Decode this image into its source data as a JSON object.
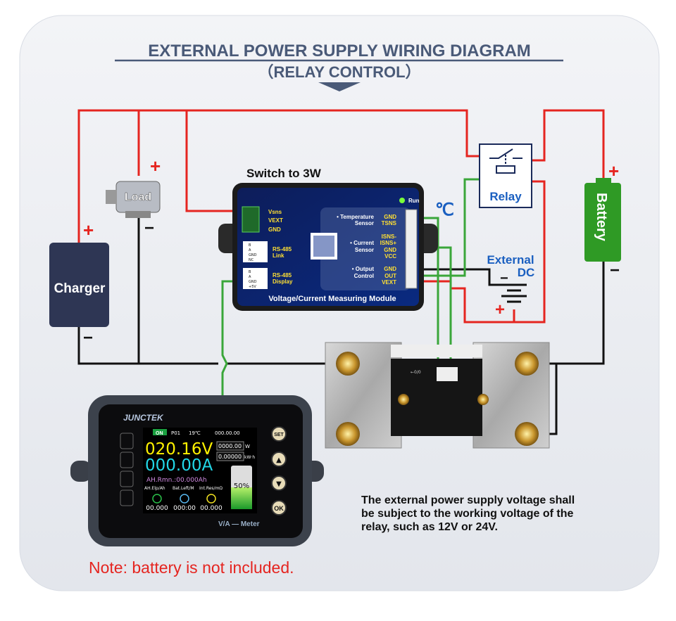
{
  "title": "EXTERNAL POWER SUPPLY WIRING DIAGRAM",
  "subtitle": "（RELAY CONTROL）",
  "labels": {
    "switch": "Switch to 3W",
    "load": "Load",
    "charger": "Charger",
    "battery": "Battery",
    "relay": "Relay",
    "external_dc": "External",
    "external_dc2": "DC",
    "celsius": "℃",
    "plus": "+",
    "minus": "−"
  },
  "module": {
    "name": "Voltage/Current Measuring Module",
    "run": "Run",
    "left_pins": [
      "Vsns",
      "VEXT",
      "GND"
    ],
    "rs485_link": [
      "RS-485",
      "Link"
    ],
    "rs485_link_pins": [
      "B",
      "A",
      "GND",
      "NC"
    ],
    "rs485_display": [
      "RS-485",
      "Display"
    ],
    "rs485_display_pins": [
      "B",
      "A",
      "GND",
      "+5V"
    ],
    "groups": [
      {
        "label": [
          "• Temperature",
          "Sensor"
        ],
        "pins": [
          "GND",
          "TSNS"
        ]
      },
      {
        "label": [
          "• Current",
          "Sensor"
        ],
        "pins": [
          "ISNS-",
          "ISNS+",
          "GND",
          "VCC"
        ]
      },
      {
        "label": [
          "• Output",
          "Control"
        ],
        "pins": [
          "GND",
          "OUT",
          "VEXT"
        ]
      }
    ]
  },
  "shunt_label": "←0/0",
  "meter": {
    "brand": "JUNCTEK",
    "status": {
      "on": "ON",
      "program": "P01",
      "temp": "19℃",
      "time": "000.00.00"
    },
    "voltage": "020.16V",
    "current": "000.00A",
    "power": "0000.00",
    "power_unit": "W",
    "energy": "0.00000",
    "energy_unit": "kW·h",
    "ah_remaining": "AH.Rmn.:00.000Ah",
    "battery_percent": "50%",
    "battery_level": 0.5,
    "cols": [
      {
        "head": "AH.Elp/Ah",
        "value": "00.000"
      },
      {
        "head": "Bat.Left/M",
        "value": "000:00"
      },
      {
        "head": "Int.Res/mΩ",
        "value": "00.000"
      }
    ],
    "buttons": [
      "SET",
      "▲",
      "▼",
      "OK"
    ],
    "footer": "V/A — Meter"
  },
  "note_voltage": [
    "The external power supply voltage shall",
    "be subject to the working voltage of the",
    "relay, such as 12V or 24V."
  ],
  "note_battery": "Note: battery is not included.",
  "colors": {
    "red": "#e52520",
    "green": "#3aa63a",
    "black": "#111111",
    "title": "#4a5a78",
    "battery": "#2f9a25",
    "charger": "#2e3654",
    "label_blue": "#1a5fc0"
  }
}
